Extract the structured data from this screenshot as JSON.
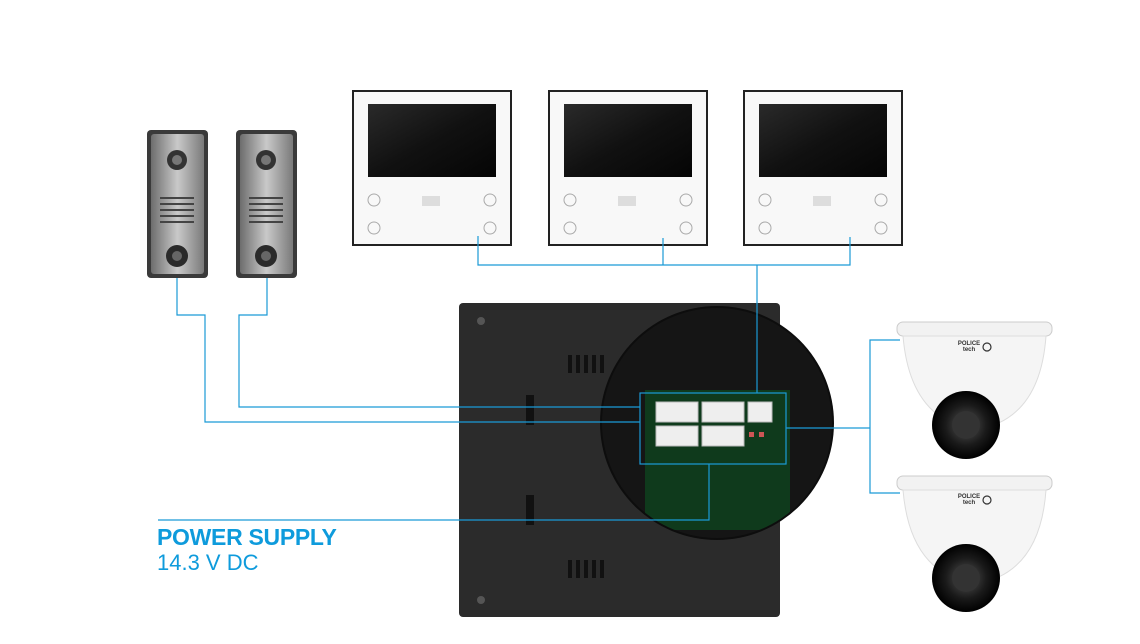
{
  "power_supply": {
    "title": "POWER SUPPLY",
    "value": "14.3 V DC"
  },
  "camera_brand": "POLICE tech",
  "colors": {
    "wire": "#1a9ad6",
    "label": "#0e9bdc",
    "control_unit": "#2b2b2b",
    "monitor_frame": "#f7f7f7",
    "screen": "#111111",
    "door_station": "#9a9a9a"
  },
  "devices": {
    "door_stations": 2,
    "monitors": 3,
    "cameras": 2
  }
}
